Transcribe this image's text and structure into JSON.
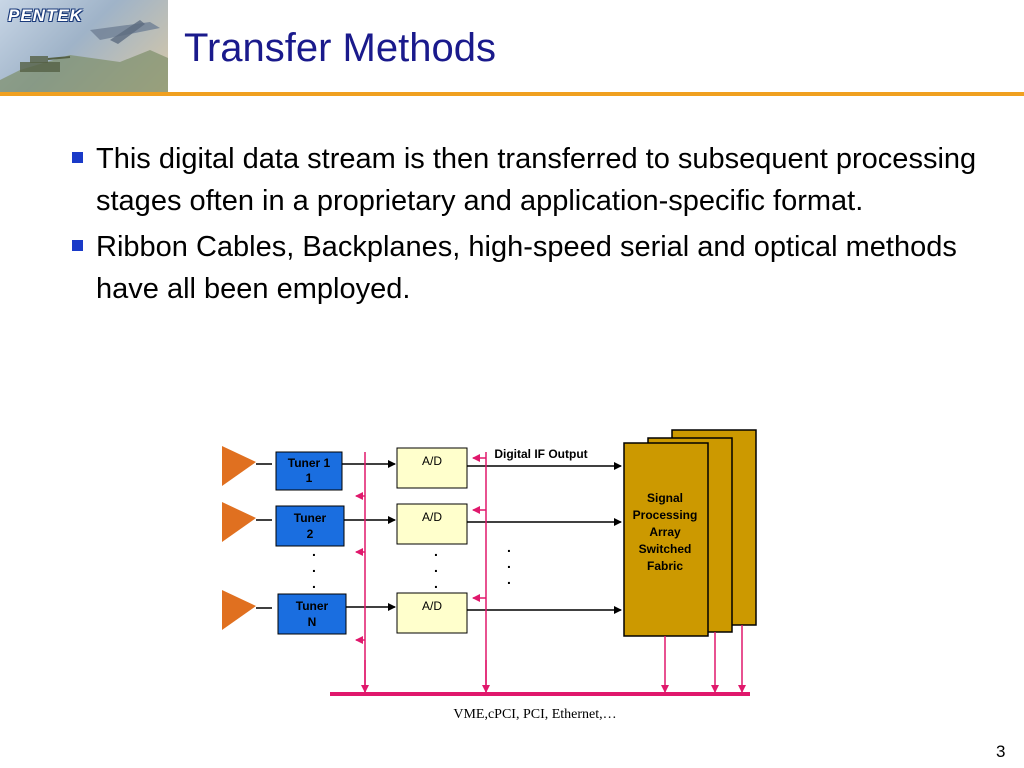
{
  "header": {
    "logo_text": "PENTEK",
    "title": "Transfer Methods"
  },
  "bullets": [
    {
      "text": "This digital data stream is then transferred to subsequent processing stages often in a proprietary and application-specific format."
    },
    {
      "text": "Ribbon Cables, Backplanes, high-speed serial and optical methods have all been employed."
    }
  ],
  "diagram": {
    "tuner_1_lines": [
      "Tuner 1",
      "1"
    ],
    "tuner_2_lines": [
      "Tuner",
      "2"
    ],
    "tuner_n_lines": [
      "Tuner",
      "N"
    ],
    "ad_label": "A/D",
    "digital_if_output": "Digital IF Output",
    "dsp_lines": [
      "Signal",
      "Processing",
      "Array",
      "Switched",
      "Fabric"
    ],
    "ellipsis_dot": ".",
    "bus_label": "VME,cPCI, PCI, Ethernet,…",
    "colors": {
      "tuner_fill": "#1a6ee0",
      "ad_fill": "#ffffcc",
      "dsp_fill": "#cc9900",
      "connector": "#e0186c",
      "antenna": "#e07020"
    }
  },
  "footer": {
    "page_number": "3"
  }
}
